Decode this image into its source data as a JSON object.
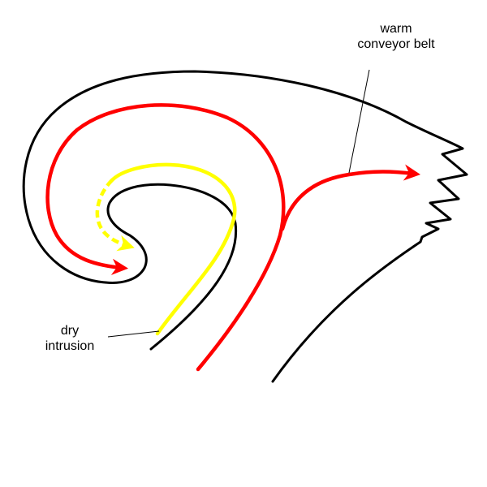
{
  "diagram": {
    "title": "Conceptual model of extratropical cyclone airstreams",
    "background": "#ffffff",
    "colors": {
      "outline": "#000000",
      "warm_conveyor_belt": "#ff0000",
      "dry_intrusion": "#ffff00",
      "leader_line": "#000000"
    },
    "labels": {
      "warm_conveyor_belt": {
        "line1": "warm",
        "line2": "conveyor belt"
      },
      "dry_intrusion": {
        "line1": "dry",
        "line2": "intrusion"
      }
    },
    "elements": [
      {
        "id": "cloud-outline",
        "kind": "black outline of comma-shaped cloud head with jagged leading edge"
      },
      {
        "id": "inner-outline",
        "kind": "black inner dry-slot boundary"
      },
      {
        "id": "warm-front-outline",
        "kind": "black lower-right boundary"
      },
      {
        "id": "wcb-cyclonic-branch",
        "kind": "red arrow curving cyclonically into cloud head"
      },
      {
        "id": "wcb-anticyclonic-branch",
        "kind": "red arrow turning anticyclonically to the right"
      },
      {
        "id": "dry-intrusion-solid",
        "kind": "yellow solid arrow"
      },
      {
        "id": "dry-intrusion-dashed",
        "kind": "yellow dashed arrow continuation"
      }
    ]
  }
}
